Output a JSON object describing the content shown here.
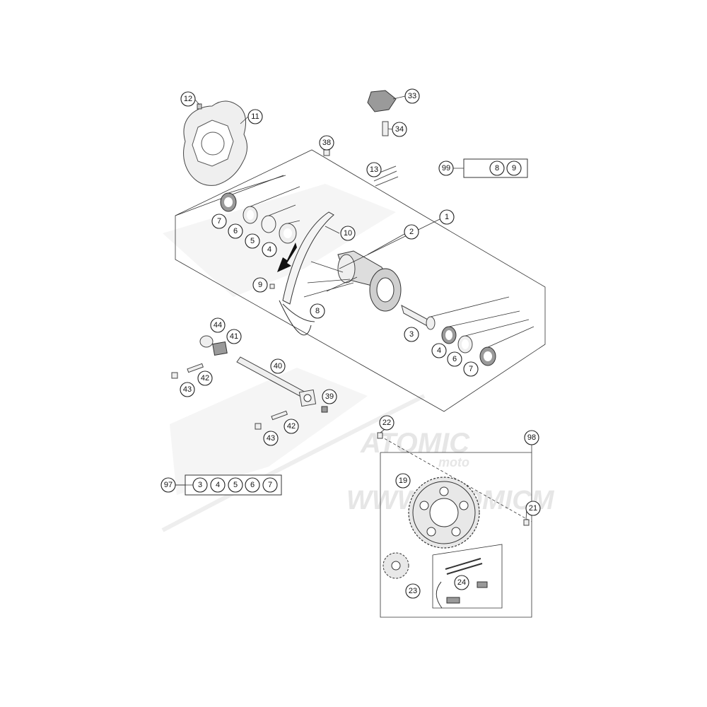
{
  "watermark": {
    "brand": "ATOMIC",
    "sub": "moto",
    "url": "WWW.ATOMICM"
  },
  "callouts": [
    "12",
    "11",
    "33",
    "34",
    "38",
    "13",
    "99",
    "8",
    "9",
    "1",
    "2",
    "10",
    "7",
    "6",
    "5",
    "4",
    "9",
    "8",
    "3",
    "4",
    "6",
    "7",
    "44",
    "41",
    "40",
    "39",
    "42",
    "43",
    "42",
    "43",
    "22",
    "98",
    "19",
    "21",
    "97",
    "3",
    "4",
    "5",
    "6",
    "7",
    "23",
    "24"
  ],
  "kits": {
    "kit_99": {
      "number": "99",
      "contents": [
        "8",
        "9"
      ]
    },
    "kit_97": {
      "number": "97",
      "contents": [
        "3",
        "4",
        "5",
        "6",
        "7"
      ]
    }
  },
  "colors": {
    "line": "#333333",
    "arrow": "#111111",
    "watermark": "#eeeeee"
  },
  "icons": [
    "rotation-direction-arrow"
  ]
}
